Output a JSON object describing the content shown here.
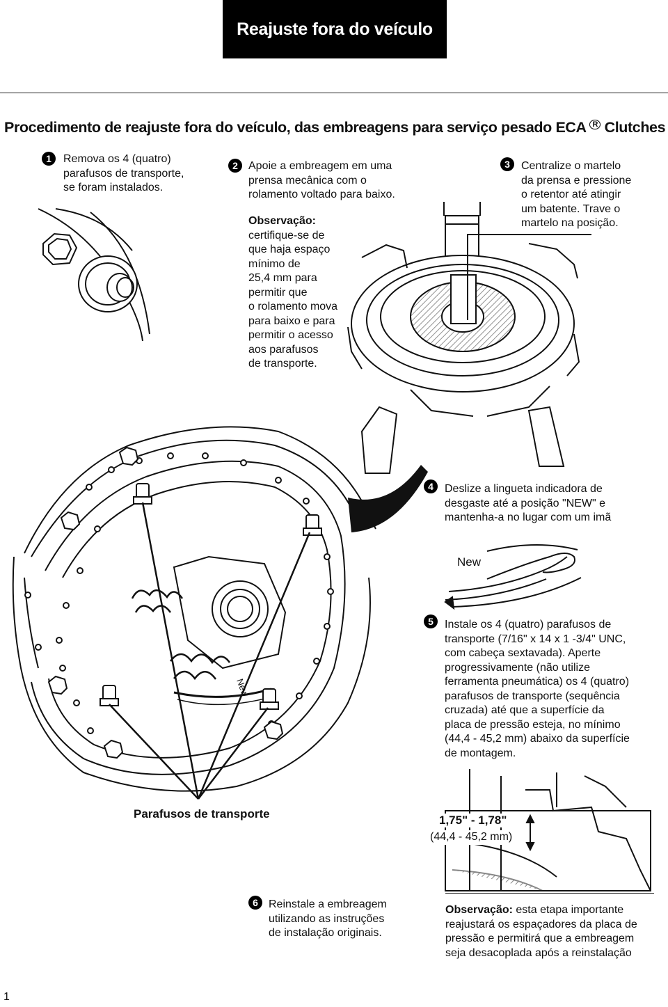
{
  "header": {
    "title": "Reajuste fora do veículo"
  },
  "main_title": {
    "text": "Procedimento de reajuste fora do veículo, das embreagens para serviço pesado ECA",
    "registered": "R",
    "suffix": "Clutches"
  },
  "steps": [
    {
      "number": "1",
      "text": [
        "Remova os 4 (quatro)",
        "parafusos de transporte,",
        "se foram instalados."
      ]
    },
    {
      "number": "2",
      "text": [
        "Apoie a embreagem em uma",
        "prensa mecânica com o",
        "rolamento voltado para baixo."
      ],
      "note_label": "Observação:",
      "note": [
        "certifique-se de",
        "que haja espaço",
        "mínimo de",
        "25,4 mm para",
        "permitir que",
        "o rolamento mova",
        "para baixo e para",
        "permitir o acesso",
        "aos parafusos",
        "de transporte."
      ]
    },
    {
      "number": "3",
      "text": [
        "Centralize o martelo",
        "da prensa e pressione",
        "o retentor até atingir",
        "um batente. Trave o",
        "martelo na posição."
      ]
    },
    {
      "number": "4",
      "text": [
        "Deslize a lingueta indicadora de",
        "desgaste até a posição \"NEW\" e",
        "mantenha-a no lugar com um imã"
      ]
    },
    {
      "number": "5",
      "text": [
        "Instale os 4 (quatro) parafusos de",
        "transporte (7/16\" x 14 x 1 -3/4\" UNC,",
        "com cabeça sextavada). Aperte",
        "progressivamente (não utilize",
        "ferramenta pneumática) os 4 (quatro)",
        "parafusos de transporte (sequência",
        "cruzada) até que a superfície da",
        "placa de pressão esteja, no mínimo",
        "(44,4 - 45,2 mm) abaixo da superfície",
        "de montagem."
      ]
    },
    {
      "number": "6",
      "text": [
        "Reinstale a embreagem",
        "utilizando as instruções",
        "de instalação originais."
      ]
    }
  ],
  "labels": {
    "new_tab": "New",
    "new_on_clutch": "New",
    "transport_bolts": "Parafusos de transporte",
    "dimension_in": "1,75\" - 1,78\"",
    "dimension_mm": "(44,4 - 45,2 mm)"
  },
  "final_note": {
    "label": "Observação:",
    "first": "esta etapa importante",
    "rest": [
      "reajustará os espaçadores da placa de",
      "pressão e permitirá que a embreagem",
      "seja desacoplada após a reinstalação"
    ]
  },
  "page_number": "1"
}
